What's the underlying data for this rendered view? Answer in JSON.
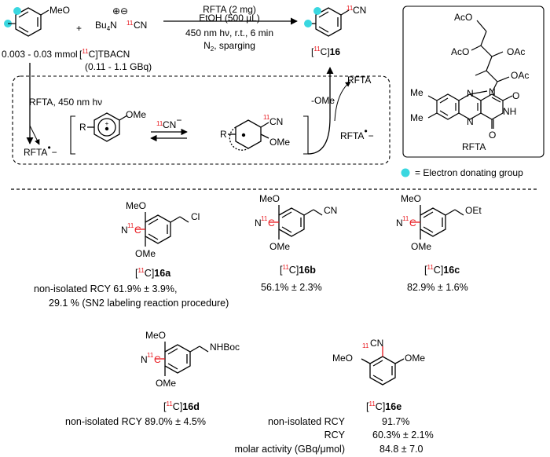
{
  "colors": {
    "isotope": "#e8151b",
    "edg_dot": "#39d7e0",
    "ink": "#000000"
  },
  "header": {
    "reagent_main": "MeO",
    "plus": "+",
    "salt_cation": "Bu",
    "salt_sub": "4",
    "salt_n": "N",
    "salt_charges": "⊕⊖",
    "label_11": "11",
    "cn": "CN",
    "scale": "0.003 - 0.03 mmol",
    "tbacn_suffix": "C]TBACN",
    "tbacn_prefix": "[",
    "activity": "(0.11 - 1.1 GBq)",
    "cond1": "RFTA (2 mg)",
    "cond2": "EtOH (500 µL)",
    "cond3": "450 nm hν, r.t., 6 min",
    "cond4": "N",
    "cond4_sub": "2",
    "cond4_rest": ", sparging",
    "product_bracket_open": "[",
    "product_bracket_close": "C]",
    "product_num": "16"
  },
  "mechanism": {
    "step1": "RFTA, 450 nm hν",
    "rfta": "RFTA",
    "radical": "•",
    "minus": "−",
    "cyanide": "CN",
    "ome_leave": "-OMe",
    "ome": "OMe",
    "r": "R",
    "rfta_top": "RFTA"
  },
  "catalyst": {
    "name": "RFTA",
    "ac1": "AcO",
    "ac2": "OAc",
    "ac3": "AcO",
    "ac4": "OAc",
    "me1": "Me",
    "me2": "Me",
    "n": "N",
    "nh": "NH",
    "o": "O"
  },
  "legend": {
    "text": "= Electron donating group"
  },
  "compounds": [
    {
      "id": "16a",
      "sub": "Cl",
      "lines": [
        "non-isolated RCY   61.9% ± 3.9%,",
        "29.1 %  (SN2 labeling reaction procedure)"
      ]
    },
    {
      "id": "16b",
      "sub": "CN",
      "lines": [
        "56.1% ± 2.3%"
      ]
    },
    {
      "id": "16c",
      "sub": "OEt",
      "lines": [
        "82.9% ± 1.6%"
      ]
    },
    {
      "id": "16d",
      "sub": "NHBoc",
      "lines": [
        "non-isolated RCY  89.0% ± 4.5%"
      ]
    },
    {
      "id": "16e",
      "rows": [
        {
          "k": "non-isolated RCY",
          "v": "91.7%"
        },
        {
          "k": "RCY",
          "v": "60.3% ± 2.1%"
        },
        {
          "k": "molar activity (GBq/μmol)",
          "v": "84.8 ± 7.0"
        }
      ]
    }
  ],
  "atoms": {
    "meo": "MeO",
    "ome": "OMe",
    "n": "N",
    "c": "C",
    "cn": "CN",
    "eleven": "11"
  }
}
